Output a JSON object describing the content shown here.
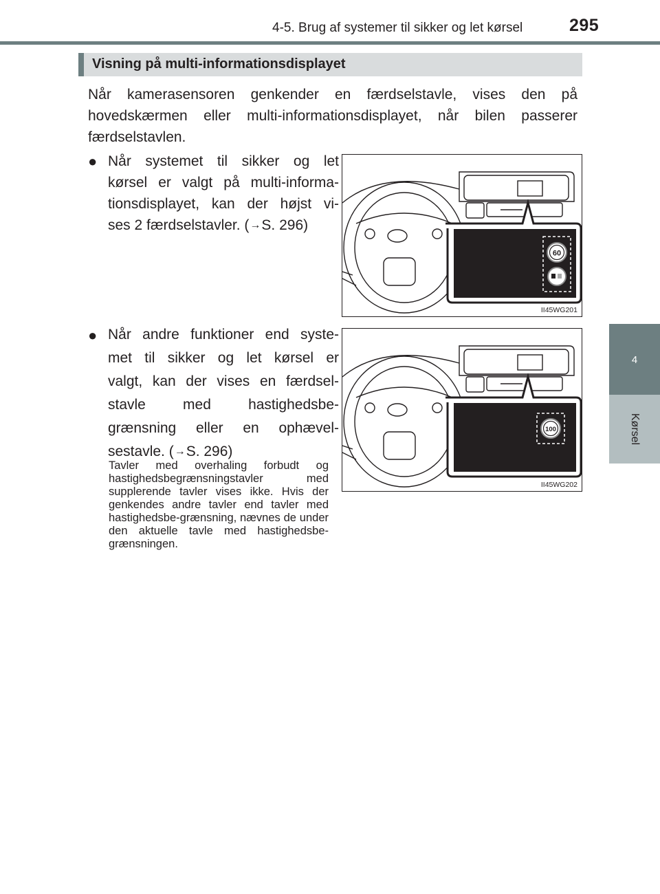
{
  "header": {
    "section_title": "4-5. Brug af systemer til sikker og let kørsel",
    "page_number": "295"
  },
  "side_tab": {
    "chapter_number": "4",
    "chapter_label": "Kørsel"
  },
  "section": {
    "title": "Visning på multi-informationsdisplayet",
    "intro": "Når kamerasensoren genkender en færdselstavle, vises den på hovedskærmen eller multi-informationsdisplayet, når bilen passerer færdselstavlen."
  },
  "bullets": [
    {
      "text_lines": [
        "Når systemet til sikker og let",
        "kørsel er valgt på multi-informa-",
        "tionsdisplayet, kan der højst vi-"
      ],
      "last_prefix": "ses 2 færdselstavler. (",
      "ref": "S. 296)"
    },
    {
      "text_lines": [
        "Når andre funktioner end syste-",
        "met til sikker og let kørsel er",
        "valgt, kan der vises en færdsel-",
        "stavle med hastighedsbe-",
        "grænsning eller en ophævel-"
      ],
      "last_prefix": "sestavle. (",
      "ref": "S. 296)"
    }
  ],
  "note": "Tavler med overhaling forbudt og hastighedsbegrænsningstavler med supplerende tavler vises ikke. Hvis der genkendes andre tavler end tavler med hastighedsbe-grænsning, nævnes de under den aktuelle tavle med hastighedsbe-grænsningen.",
  "figures": [
    {
      "code": "II45WG201",
      "signs": [
        "60",
        "no-overtaking"
      ]
    },
    {
      "code": "II45WG202",
      "signs": [
        "100"
      ]
    }
  ],
  "icons": {
    "bullet": "filled-circle",
    "reference_arrow": "right-arrow"
  }
}
